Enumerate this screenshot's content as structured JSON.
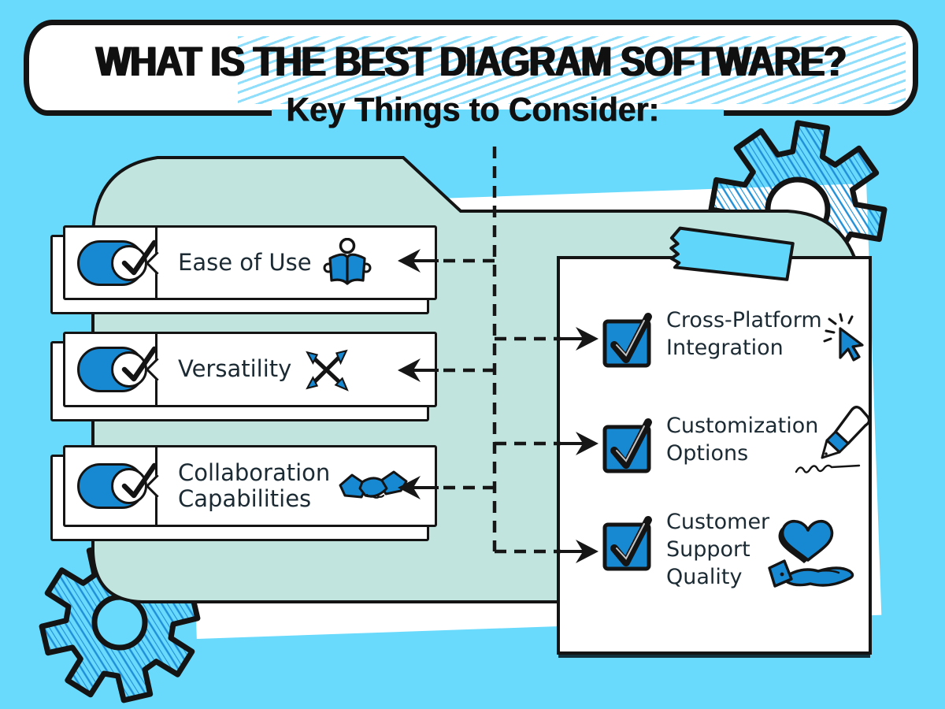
{
  "header": {
    "title": "WHAT IS THE BEST DIAGRAM SOFTWARE?",
    "subtitle": "Key Things to Consider:"
  },
  "left_panel": {
    "items": [
      {
        "label": "Ease of Use",
        "icon": "reading-person-icon",
        "toggle_state": "on"
      },
      {
        "label": "Versatility",
        "icon": "crossed-arrows-icon",
        "toggle_state": "on"
      },
      {
        "label": "Collaboration Capabilities",
        "icon": "handshake-icon",
        "toggle_state": "on"
      }
    ]
  },
  "right_panel": {
    "items": [
      {
        "label": "Cross-Platform Integration",
        "icon": "cursor-click-icon",
        "checked": true
      },
      {
        "label": "Customization Options",
        "icon": "pen-writing-icon",
        "checked": true
      },
      {
        "label": "Customer Support Quality",
        "icon": "heart-in-hand-icon",
        "checked": true
      }
    ]
  },
  "decorations": {
    "folder": "folder-shape",
    "tape": "blue-tape",
    "gears": [
      "top-right-gear",
      "bottom-left-gear"
    ],
    "connectors": "dashed-arrows"
  },
  "colors": {
    "background": "#69dafc",
    "accent": "#1789d3",
    "folder": "#c1e5de",
    "tape": "#60d6fa",
    "ink": "#141414",
    "hatch": "#8fdefb",
    "paper": "#ffffff"
  }
}
